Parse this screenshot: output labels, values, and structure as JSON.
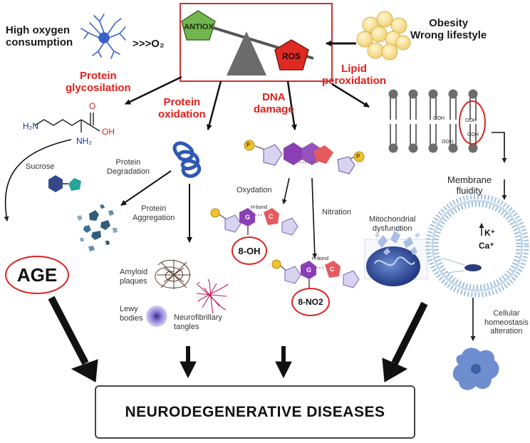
{
  "balance": {
    "antiox": "ANTIOX",
    "ros": "ROS"
  },
  "top": {
    "high_oxygen": "High oxygen\nconsumption",
    "o2": ">>>O₂",
    "obesity": "Obesity\nWrong lifestyle"
  },
  "pathways": {
    "protein_glycosilation": "Protein\nglycosilation",
    "protein_oxidation": "Protein\noxidation",
    "dna_damage": "DNA\ndamage",
    "lipid_peroxidation": "Lipid\nperoxidation"
  },
  "molecule": {
    "h2n": "H₂N",
    "o": "O",
    "oh": "OH",
    "nh2": "NH₂"
  },
  "labels": {
    "sucrose": "Sucrose",
    "protein_degradation": "Protein\nDegradation",
    "protein_aggregation": "Protein\nAggregation",
    "amyloid_plaques": "Amyloid\nplaques",
    "lewy_bodies": "Lewy\nbodies",
    "neurofibrillary_tangles": "Neurofibrillary\ntangles",
    "oxydation": "Oxydation",
    "nitration": "Nitration",
    "mito_dysfunction": "Mitochondrial\ndysfunction",
    "membrane_fluidity": "Membrane\nfluidity",
    "cellular_homeostasis": "Cellular\nhomeostasis\nalteration",
    "age": "AGE",
    "oh8": "8-OH",
    "no2_8": "8-NO2",
    "potassium": "K⁺",
    "calcium": "Ca⁺",
    "ooh": "OOH",
    "h_bond": "H-bond",
    "g": "G",
    "c": "C",
    "p": "P"
  },
  "outcome": "NEURODEGENERATIVE DISEASES",
  "colors": {
    "red_text": "#e0201c",
    "antiox_fill": "#73b54f",
    "ros_fill": "#de2b22",
    "balance_gray": "#6b6b6b",
    "neuron_blue": "#3a63c8",
    "fat_yellow": "#f6dc8a",
    "dna_purple": "#8a3fb5",
    "dna_red": "#e55a5f",
    "lipid_gray": "#6d6d6d",
    "membrane_blue": "#9fc0dd",
    "cell_blue": "#6e8ed0",
    "aggregate_teal": "#2f5d7a"
  }
}
